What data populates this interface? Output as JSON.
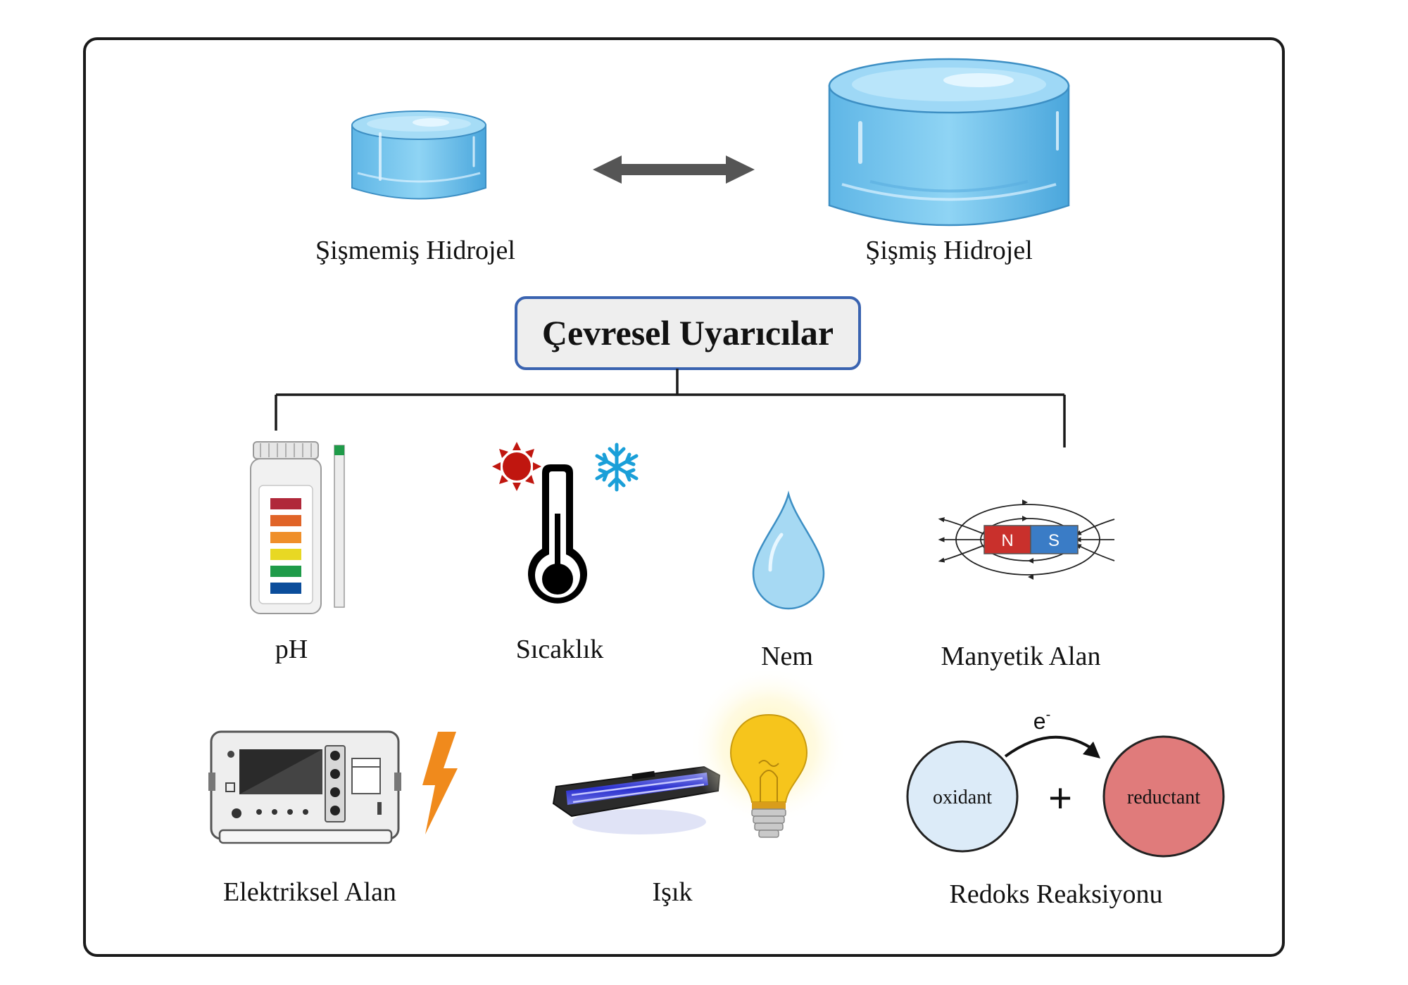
{
  "hydrogel": {
    "unswollen_label": "Şişmemiş Hidrojel",
    "swollen_label": "Şişmiş Hidrojel"
  },
  "stimuli_title": "Çevresel Uyarıcılar",
  "stimuli": {
    "ph": "pH",
    "temperature": "Sıcaklık",
    "humidity": "Nem",
    "magnetic": "Manyetik Alan",
    "electric": "Elektriksel Alan",
    "light": "Işık",
    "redox": "Redoks Reaksiyonu"
  },
  "magnet": {
    "north": "N",
    "south": "S"
  },
  "redox_diagram": {
    "electron": "e",
    "electron_sup": "-",
    "oxidant": "oxidant",
    "reductant": "reductant",
    "plus": "+"
  },
  "colors": {
    "frame": "#1a1a1a",
    "hydrogel": "#7cc8ee",
    "title_box": "#eeeeee",
    "title_border": "#3a63b0",
    "magnet_north": "#c9302c",
    "magnet_south": "#3a7cc6",
    "oxidant_fill": "#dcebf8",
    "reductant_fill": "#e07b7b",
    "bolt": "#f08a1c",
    "bulb": "#f6c51c"
  }
}
